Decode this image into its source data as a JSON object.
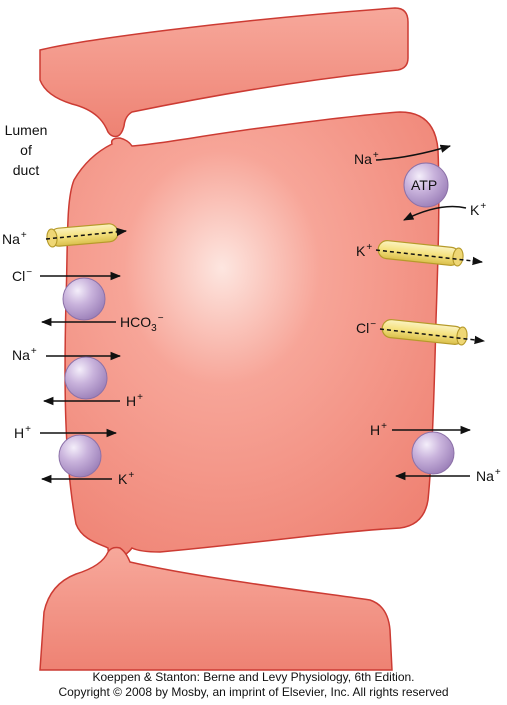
{
  "lumen_label": {
    "line1": "Lumen",
    "line2": "of",
    "line3": "duct"
  },
  "apical_transport": [
    {
      "id": "na-channel",
      "ion": "Na",
      "charge": "+"
    },
    {
      "id": "cl-hco3-exchanger",
      "ion_in": "Cl",
      "charge_in": "−",
      "ion_out": "HCO",
      "sub_out": "3",
      "charge_out": "−"
    },
    {
      "id": "na-h-exchanger",
      "ion_in": "Na",
      "charge_in": "+",
      "ion_out": "H",
      "charge_out": "+"
    },
    {
      "id": "h-k-exchanger",
      "ion_in": "H",
      "charge_in": "+",
      "ion_out": "K",
      "charge_out": "+"
    }
  ],
  "basolateral_transport": [
    {
      "id": "na-k-atpase",
      "label": "ATP",
      "ion_out": "Na",
      "charge_out": "+",
      "ion_in": "K",
      "charge_in": "+"
    },
    {
      "id": "k-channel",
      "ion": "K",
      "charge": "+"
    },
    {
      "id": "cl-channel",
      "ion": "Cl",
      "charge": "−"
    },
    {
      "id": "h-na-exchanger",
      "ion_out": "H",
      "charge_out": "+",
      "ion_in": "Na",
      "charge_in": "+"
    }
  ],
  "credit": {
    "line1": "Koeppen & Stanton: Berne and Levy Physiology, 6th Edition.",
    "line2": "Copyright © 2008 by Mosby, an imprint of Elsevier, Inc. All rights reserved"
  },
  "colors": {
    "cell_fill": "#f28f82",
    "cell_edge": "#cc3b33",
    "transporter": "#c4acd9",
    "channel": "#f5e48a",
    "arrow": "#111111"
  }
}
